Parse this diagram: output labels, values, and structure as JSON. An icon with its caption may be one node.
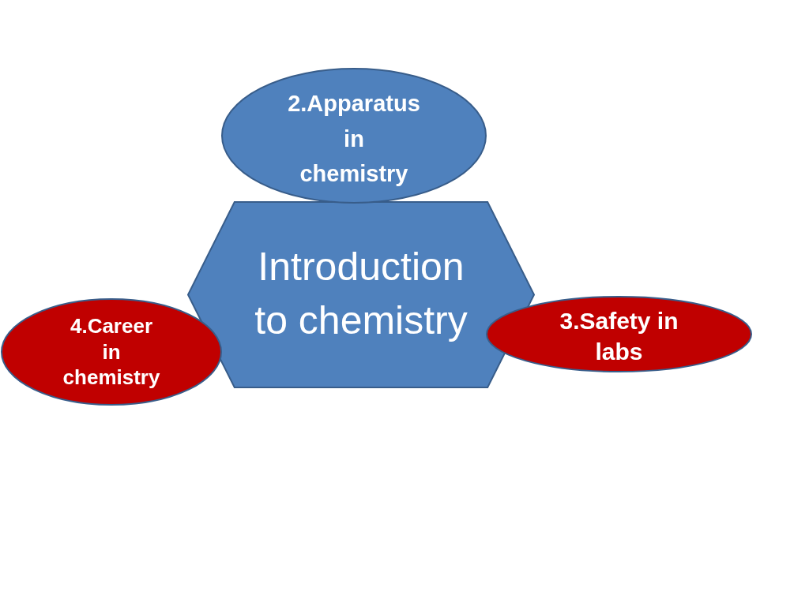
{
  "diagram": {
    "nodes": [
      {
        "text": [
          "2.Apparatus in chemistry"
        ]
      },
      {
        "text": [
          "Introduction to chemistry"
        ]
      },
      {
        "text": [
          "4.Career in chemistry"
        ]
      },
      {
        "text": [
          "3.Safety in labs"
        ]
      }
    ]
  }
}
